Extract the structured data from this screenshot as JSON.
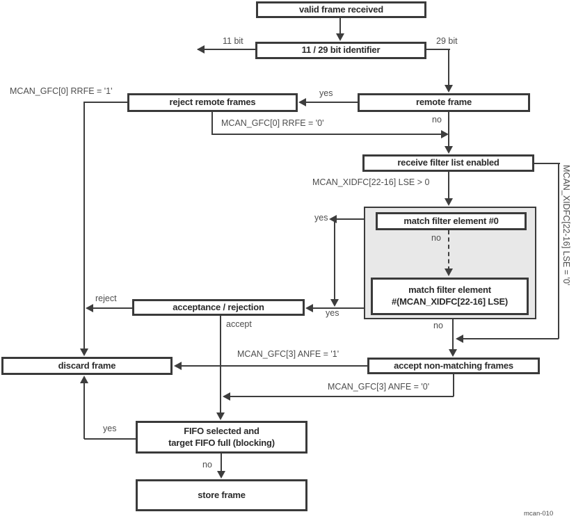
{
  "caption": "mcan-010",
  "colors": {
    "line": "#3d3d3d",
    "box_border": "#3a3a3a",
    "box_fill": "#ffffff",
    "group_fill": "#e8e8e8",
    "node_text": "#2b2b2b",
    "label_text": "#4d4d4d"
  },
  "nodes": {
    "valid_frame": "valid frame received",
    "identifier": "11 / 29 bit identifier",
    "reject_remote": "reject remote frames",
    "remote_frame": "remote frame",
    "receive_filter": "receive filter list enabled",
    "match_filter_0": "match filter element #0",
    "match_filter_lse_line1": "match filter element",
    "match_filter_lse_line2": "#(MCAN_XIDFC[22-16] LSE)",
    "acceptance": "acceptance / rejection",
    "discard": "discard frame",
    "accept_non_matching": "accept non-matching frames",
    "fifo_line1": "FIFO selected and",
    "fifo_line2": "target FIFO full (blocking)",
    "store": "store frame"
  },
  "labels": {
    "bit11": "11 bit",
    "bit29": "29 bit",
    "yes_remote": "yes",
    "no_remote": "no",
    "rrfe1": "MCAN_GFC[0] RRFE = '1'",
    "rrfe0": "MCAN_GFC[0] RRFE = '0'",
    "lse_gt0": "MCAN_XIDFC[22-16] LSE > 0",
    "lse_eq0": "MCAN_XIDFC[22-16] LSE = '0'",
    "yes_match0": "yes",
    "no_match0": "no",
    "yes_match_lse": "yes",
    "no_match_lse": "no",
    "reject": "reject",
    "accept": "accept",
    "anfe1": "MCAN_GFC[3] ANFE = '1'",
    "anfe0": "MCAN_GFC[3] ANFE = '0'",
    "yes_fifo": "yes",
    "no_fifo": "no"
  }
}
